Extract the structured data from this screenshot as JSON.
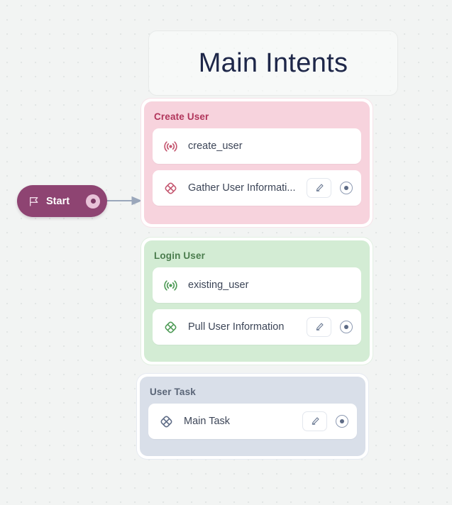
{
  "canvas": {
    "background_color": "#f2f4f3",
    "dot_color": "#e2e6e5"
  },
  "panel": {
    "title": "Main Intents"
  },
  "start_node": {
    "label": "Start",
    "icon": "flag-icon",
    "color": "#8e4472",
    "port": "output-port"
  },
  "groups": [
    {
      "id": "create-user",
      "title": "Create User",
      "accent": "#b1355b",
      "fill": "#f7d3dd",
      "nodes": [
        {
          "label": "create_user",
          "icon": "broadcast-icon",
          "icon_color": "#c4566f",
          "has_edit": false,
          "has_port": false
        },
        {
          "label": "Gather User Informati...",
          "icon": "diamond-x-icon",
          "icon_color": "#c4566f",
          "has_edit": true,
          "has_port": true,
          "edit_label": "pencil-icon"
        }
      ]
    },
    {
      "id": "login-user",
      "title": "Login User",
      "accent": "#4b7d4e",
      "fill": "#d3ecd4",
      "nodes": [
        {
          "label": "existing_user",
          "icon": "broadcast-icon",
          "icon_color": "#4e9b56",
          "has_edit": false,
          "has_port": false
        },
        {
          "label": "Pull User Information",
          "icon": "diamond-x-icon",
          "icon_color": "#4e9b56",
          "has_edit": true,
          "has_port": true,
          "edit_label": "pencil-icon"
        }
      ]
    },
    {
      "id": "user-task",
      "title": "User Task",
      "accent": "#5a6577",
      "fill": "#d9dfe9",
      "nodes": [
        {
          "label": "Main Task",
          "icon": "diamond-x-icon",
          "icon_color": "#5d6b85",
          "has_edit": true,
          "has_port": true,
          "edit_label": "pencil-icon"
        }
      ]
    }
  ],
  "edge": {
    "from": "start-node",
    "to": "create-user-group",
    "color": "#9aa7bb"
  }
}
